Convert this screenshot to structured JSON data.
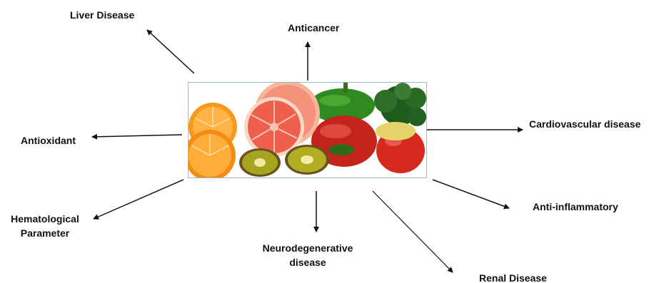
{
  "center_image": {
    "subject": "fruits-and-vegetables-photo",
    "items": [
      "orange",
      "grapefruit",
      "kiwi",
      "green-pepper",
      "red-pepper",
      "broccoli",
      "tomato"
    ]
  },
  "outcomes": {
    "liver_disease": "Liver Disease",
    "anticancer": "Anticancer",
    "antioxidant": "Antioxidant",
    "cardiovascular": "Cardiovascular disease",
    "hematological_line1": "Hematological",
    "hematological_line2": "Parameter",
    "neuro_line1": "Neurodegenerative",
    "neuro_line2": "disease",
    "anti_inflammatory": "Anti-inflammatory",
    "renal": "Renal Disease"
  },
  "colors": {
    "arrow": "#111111",
    "text": "#111111",
    "frame": "#9fb6d0"
  }
}
